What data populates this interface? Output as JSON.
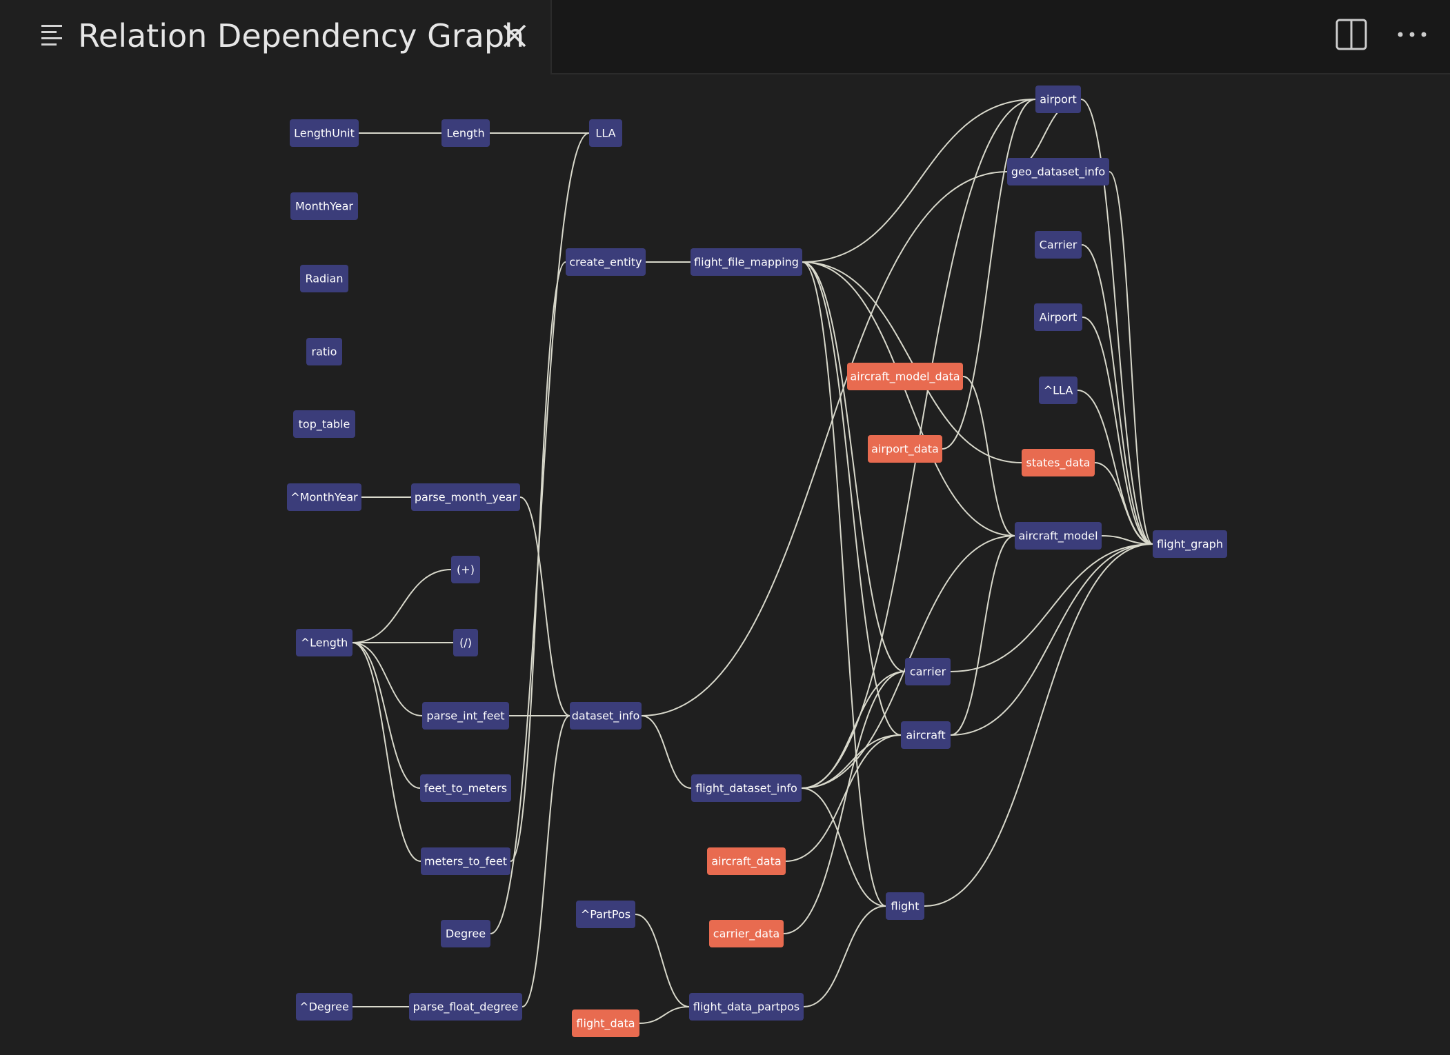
{
  "tab": {
    "title": "Relation Dependency Graph"
  },
  "icons": {
    "menu": "list-icon",
    "close": "close-icon",
    "split": "split-editor-icon",
    "more": "more-icon"
  },
  "colors": {
    "background": "#1f1f1f",
    "node_blue": "#3b3d7a",
    "node_orange": "#e86b50",
    "edge": "#d9d9cc",
    "text": "#ffffff"
  },
  "graph": {
    "nodes": [
      {
        "id": "LengthUnit",
        "label": "LengthUnit",
        "type": "blue"
      },
      {
        "id": "Length",
        "label": "Length",
        "type": "blue"
      },
      {
        "id": "LLA",
        "label": "LLA",
        "type": "blue"
      },
      {
        "id": "MonthYear",
        "label": "MonthYear",
        "type": "blue"
      },
      {
        "id": "Radian",
        "label": "Radian",
        "type": "blue"
      },
      {
        "id": "ratio",
        "label": "ratio",
        "type": "blue"
      },
      {
        "id": "top_table",
        "label": "top_table",
        "type": "blue"
      },
      {
        "id": "hMonthYear",
        "label": "^MonthYear",
        "type": "blue"
      },
      {
        "id": "parse_month_year",
        "label": "parse_month_year",
        "type": "blue"
      },
      {
        "id": "plus",
        "label": "(+)",
        "type": "blue"
      },
      {
        "id": "hLength",
        "label": "^Length",
        "type": "blue"
      },
      {
        "id": "div",
        "label": "(/)",
        "type": "blue"
      },
      {
        "id": "parse_int_feet",
        "label": "parse_int_feet",
        "type": "blue"
      },
      {
        "id": "feet_to_meters",
        "label": "feet_to_meters",
        "type": "blue"
      },
      {
        "id": "meters_to_feet",
        "label": "meters_to_feet",
        "type": "blue"
      },
      {
        "id": "Degree",
        "label": "Degree",
        "type": "blue"
      },
      {
        "id": "hDegree",
        "label": "^Degree",
        "type": "blue"
      },
      {
        "id": "parse_float_degree",
        "label": "parse_float_degree",
        "type": "blue"
      },
      {
        "id": "create_entity",
        "label": "create_entity",
        "type": "blue"
      },
      {
        "id": "dataset_info",
        "label": "dataset_info",
        "type": "blue"
      },
      {
        "id": "hPartPos",
        "label": "^PartPos",
        "type": "blue"
      },
      {
        "id": "flight_data",
        "label": "flight_data",
        "type": "orange"
      },
      {
        "id": "flight_file_mapping",
        "label": "flight_file_mapping",
        "type": "blue"
      },
      {
        "id": "flight_dataset_info",
        "label": "flight_dataset_info",
        "type": "blue"
      },
      {
        "id": "aircraft_data",
        "label": "aircraft_data",
        "type": "orange"
      },
      {
        "id": "carrier_data",
        "label": "carrier_data",
        "type": "orange"
      },
      {
        "id": "flight_data_partpos",
        "label": "flight_data_partpos",
        "type": "blue"
      },
      {
        "id": "aircraft_model_data",
        "label": "aircraft_model_data",
        "type": "orange"
      },
      {
        "id": "airport_data",
        "label": "airport_data",
        "type": "orange"
      },
      {
        "id": "carrier",
        "label": "carrier",
        "type": "blue"
      },
      {
        "id": "aircraft",
        "label": "aircraft",
        "type": "blue"
      },
      {
        "id": "flight",
        "label": "flight",
        "type": "blue"
      },
      {
        "id": "airport",
        "label": "airport",
        "type": "blue"
      },
      {
        "id": "geo_dataset_info",
        "label": "geo_dataset_info",
        "type": "blue"
      },
      {
        "id": "Carrier",
        "label": "Carrier",
        "type": "blue"
      },
      {
        "id": "Airport",
        "label": "Airport",
        "type": "blue"
      },
      {
        "id": "hLLA",
        "label": "^LLA",
        "type": "blue"
      },
      {
        "id": "states_data",
        "label": "states_data",
        "type": "orange"
      },
      {
        "id": "aircraft_model",
        "label": "aircraft_model",
        "type": "blue"
      },
      {
        "id": "flight_graph",
        "label": "flight_graph",
        "type": "blue"
      }
    ],
    "edges": [
      [
        "LengthUnit",
        "Length"
      ],
      [
        "Length",
        "LLA"
      ],
      [
        "LLA",
        "Degree"
      ],
      [
        "hMonthYear",
        "parse_month_year"
      ],
      [
        "parse_month_year",
        "dataset_info"
      ],
      [
        "hLength",
        "plus"
      ],
      [
        "hLength",
        "div"
      ],
      [
        "hLength",
        "parse_int_feet"
      ],
      [
        "hLength",
        "feet_to_meters"
      ],
      [
        "hLength",
        "meters_to_feet"
      ],
      [
        "parse_int_feet",
        "dataset_info"
      ],
      [
        "hDegree",
        "parse_float_degree"
      ],
      [
        "parse_float_degree",
        "dataset_info"
      ],
      [
        "create_entity",
        "flight_file_mapping"
      ],
      [
        "create_entity",
        "meters_to_feet"
      ],
      [
        "dataset_info",
        "flight_dataset_info"
      ],
      [
        "dataset_info",
        "geo_dataset_info"
      ],
      [
        "hPartPos",
        "flight_data_partpos"
      ],
      [
        "flight_data",
        "flight_data_partpos"
      ],
      [
        "flight_file_mapping",
        "airport"
      ],
      [
        "flight_file_mapping",
        "aircraft_model"
      ],
      [
        "flight_file_mapping",
        "carrier"
      ],
      [
        "flight_file_mapping",
        "aircraft"
      ],
      [
        "flight_file_mapping",
        "flight"
      ],
      [
        "flight_file_mapping",
        "states_data"
      ],
      [
        "flight_dataset_info",
        "carrier"
      ],
      [
        "flight_dataset_info",
        "aircraft"
      ],
      [
        "flight_dataset_info",
        "flight"
      ],
      [
        "flight_dataset_info",
        "aircraft_model"
      ],
      [
        "flight_dataset_info",
        "airport"
      ],
      [
        "aircraft_data",
        "aircraft"
      ],
      [
        "carrier_data",
        "carrier"
      ],
      [
        "flight_data_partpos",
        "flight"
      ],
      [
        "aircraft_model_data",
        "aircraft_model"
      ],
      [
        "airport_data",
        "airport"
      ],
      [
        "carrier",
        "flight_graph"
      ],
      [
        "aircraft",
        "flight_graph"
      ],
      [
        "flight",
        "flight_graph"
      ],
      [
        "aircraft",
        "aircraft_model"
      ],
      [
        "airport",
        "flight_graph"
      ],
      [
        "geo_dataset_info",
        "flight_graph"
      ],
      [
        "Carrier",
        "flight_graph"
      ],
      [
        "Airport",
        "flight_graph"
      ],
      [
        "hLLA",
        "flight_graph"
      ],
      [
        "states_data",
        "flight_graph"
      ],
      [
        "aircraft_model",
        "flight_graph"
      ],
      [
        "airport",
        "geo_dataset_info"
      ]
    ]
  }
}
